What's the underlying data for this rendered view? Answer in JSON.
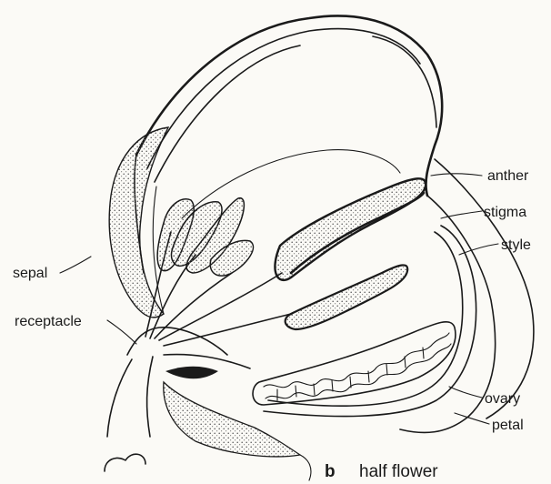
{
  "figure": {
    "letter": "b",
    "caption": "half flower"
  },
  "labels": {
    "anther": "anther",
    "stigma": "stigma",
    "style": "style",
    "sepal": "sepal",
    "receptacle": "receptacle",
    "ovary": "ovary",
    "petal": "petal"
  },
  "colors": {
    "ink": "#1a1a1a",
    "paper": "#fbfaf6",
    "stipple": "#6b6b6b"
  }
}
